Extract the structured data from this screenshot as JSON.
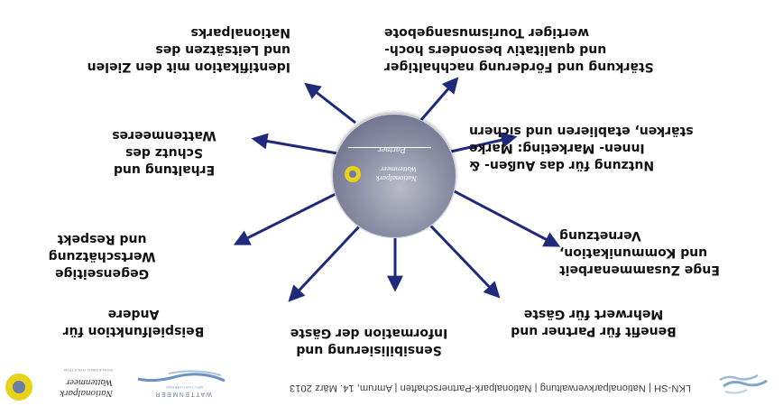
{
  "header": {
    "footer_text": "LKN-SH  |  Nationalparkverwaltung  |  Nationalpark-Partnerschaften  |  Amrum, 14. März 2013",
    "wattenmeer_logo_text": "WATTENMEER",
    "wattenmeer_logo_sub": "WELTNATURERBE",
    "np_logo_line1": "Nationalpark",
    "np_logo_line2": "Wattenmeer",
    "np_logo_tag": "SCHLESWIG-HOLSTEIN"
  },
  "center": {
    "line1": "Nationalpark",
    "line2": "Wattenmeer",
    "partner": "Partner"
  },
  "labels": {
    "beispiel": [
      "Beispielfunktion für",
      "Andere"
    ],
    "sensibil": [
      "Sensibilisierung und",
      "Information der Gäste"
    ],
    "benefit": [
      "Benefit für Partner und",
      "Mehrwert für Gäste"
    ],
    "wert": [
      "Gegenseitige",
      "Wertschätzung",
      "und Respekt"
    ],
    "kommunik": [
      "Enge Zusammenarbeit",
      "und Kommunikation,",
      "Vernetzung"
    ],
    "schutz": [
      "Erhaltung und",
      "Schutz des",
      "Wattenmeeres"
    ],
    "marke": [
      "Nutzung für das Außen- &",
      "Innen- Marketing: Marke",
      "stärken, etablieren und sichern"
    ],
    "ident": [
      "Identifikation mit den Zielen",
      "und Leitsätzen des",
      "Nationalparks"
    ],
    "staerk": [
      "Stärkung und Förderung nachhaltiger",
      "und qualitativ besonders hoch-",
      "wertiger Tourismusangebote"
    ]
  },
  "colors": {
    "arrow": "#1f2a7a",
    "disc": "#8c8ea6",
    "logo_yellow": "#e8d21a",
    "wave_blue": "#7fa6c8"
  },
  "icons": [
    "wave-logo-icon",
    "wattenmeer-logo-icon",
    "nationalpark-logo-icon"
  ]
}
